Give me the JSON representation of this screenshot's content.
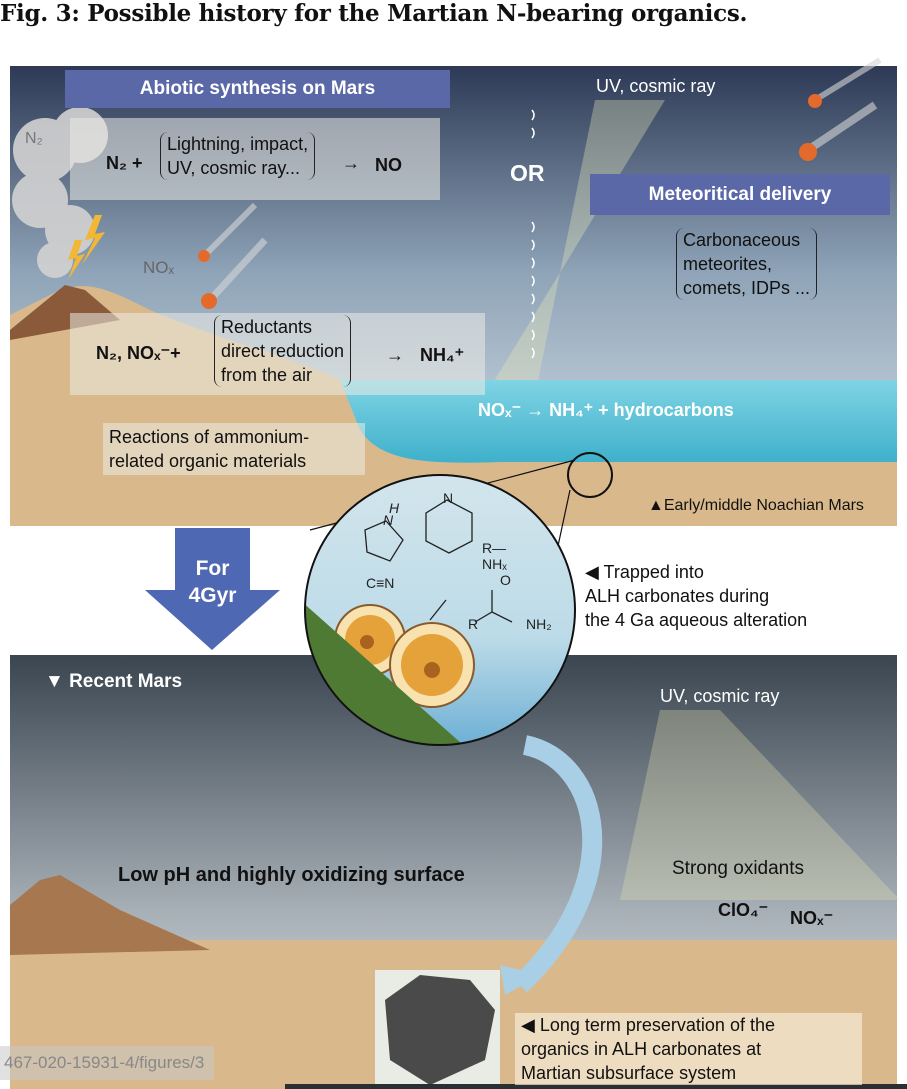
{
  "title": "Fig. 3: Possible history for the Martian N-bearing organics.",
  "top": {
    "header": "Abiotic synthesis on Mars",
    "uv_label": "UV, cosmic ray",
    "n2_cloud_label": "N₂",
    "reaction1": {
      "lhs": "N₂ +",
      "conditions": [
        "Lightning, impact,",
        "UV, cosmic ray..."
      ],
      "arrow": "→",
      "product": "NO"
    },
    "or_label": "OR",
    "meteoritical_header": "Meteoritical delivery",
    "meteoritical_sources": [
      "Carbonaceous",
      "meteorites,",
      "comets, IDPs ..."
    ],
    "nox_label": "NOₓ",
    "reaction2": {
      "lhs": "N₂, NOₓ⁻+",
      "conditions": [
        "Reductants",
        "direct reduction",
        "from the air"
      ],
      "arrow": "→",
      "product": "NH₄⁺"
    },
    "water_reaction": "NOₓ⁻ → NH₄⁺ + hydrocarbons",
    "ammonium_box": [
      "Reactions of ammonium-",
      "related organic materials"
    ],
    "era_label": "▲Early/middle Noachian Mars"
  },
  "middle": {
    "arrow_label": [
      "For",
      "4Gyr"
    ],
    "molecules": {
      "pyrrole_h": "H",
      "pyrrole_n": "N",
      "pyridine_n": "N",
      "amine": "R—NHₓ",
      "nitrile": "C≡N",
      "amide_o": "O",
      "amide_r": "R",
      "amide_nh2": "NH₂"
    },
    "trapped_text": [
      "◀ Trapped into",
      "ALH carbonates during",
      "the 4 Ga aqueous alteration"
    ]
  },
  "bottom": {
    "era_label": "▼ Recent Mars",
    "uv_label": "UV, cosmic ray",
    "surface_label": "Low pH and highly oxidizing surface",
    "oxidants_label": "Strong oxidants",
    "oxidants": [
      "ClO₄⁻",
      "NOₓ⁻"
    ],
    "preservation_text": [
      "◀ Long term preservation of the",
      "organics in ALH carbonates at",
      "Martian subsurface system"
    ]
  },
  "watermark": "467-020-15931-4/figures/3",
  "colors": {
    "band": "#5b68a8",
    "ground": "#d9b98b",
    "water": "#5fc3d8",
    "arrow": "#4f68b4"
  }
}
